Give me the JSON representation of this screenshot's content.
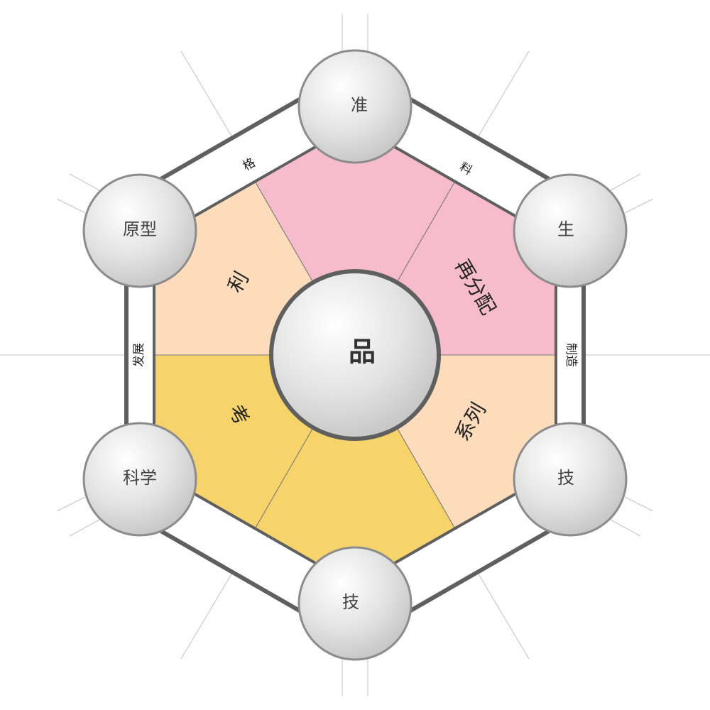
{
  "center": {
    "label": "品"
  },
  "nodes": [
    {
      "id": "top",
      "label": "准"
    },
    {
      "id": "upper-right",
      "label": "生"
    },
    {
      "id": "lower-right",
      "label": "技"
    },
    {
      "id": "bottom",
      "label": "技"
    },
    {
      "id": "lower-left",
      "label": "科学"
    },
    {
      "id": "upper-left",
      "label": "原型"
    }
  ],
  "segments": [
    {
      "label": "利",
      "color": "#fddcbb"
    },
    {
      "label": "再分配",
      "color": "#f6bccc"
    },
    {
      "label": "系列",
      "color": "#fddcbb"
    },
    {
      "label": "考",
      "color": "#f7d46b"
    }
  ],
  "edge_labels": [
    {
      "label": "格"
    },
    {
      "label": "料"
    },
    {
      "label": "制造"
    },
    {
      "label": "发展"
    }
  ],
  "colors": {
    "peach": "#fddcbb",
    "pink": "#f6bccc",
    "yellow": "#f7d46b",
    "frame": "#5f5f5f",
    "sphere_light": "#ffffff",
    "sphere_dark": "#c6c6c6",
    "sphere_stroke": "#8c8c8c"
  }
}
